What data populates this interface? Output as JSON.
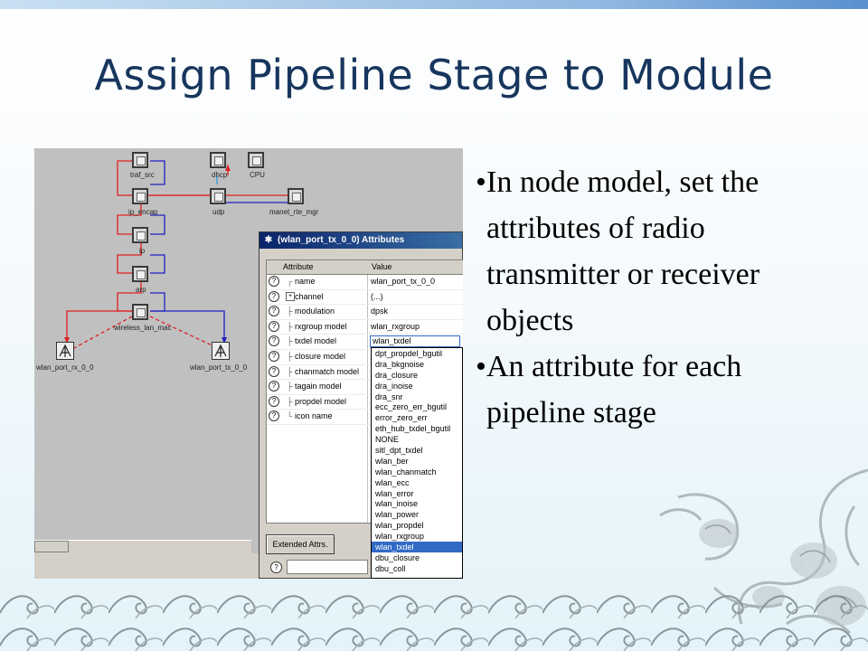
{
  "slide": {
    "title": "Assign Pipeline Stage to Module",
    "bullets": [
      "In node model, set the attributes of radio transmitter or receiver objects",
      "An attribute for each pipeline stage"
    ]
  },
  "node_model": {
    "nodes": {
      "traf_src": "traf_src",
      "dhcp": "dhcp",
      "cpu": "CPU",
      "ip_encap": "ip_encap",
      "udp": "udp",
      "manet_rte_mgr": "manet_rte_mgr",
      "ip": "ip",
      "arp": "arp",
      "wireless_lan_mac": "wireless_lan_mac",
      "wlan_port_rx": "wlan_port_rx_0_0",
      "wlan_port_tx": "wlan_port_tx_0_0"
    }
  },
  "dialog": {
    "title": "(wlan_port_tx_0_0) Attributes",
    "title_icon": "asterisk-icon",
    "columns": {
      "attribute": "Attribute",
      "value": "Value"
    },
    "rows": [
      {
        "attr": "name",
        "value": "wlan_port_tx_0_0"
      },
      {
        "attr": "channel",
        "value": "(...)"
      },
      {
        "attr": "modulation",
        "value": "dpsk"
      },
      {
        "attr": "rxgroup model",
        "value": "wlan_rxgroup"
      },
      {
        "attr": "txdel model",
        "value": "wlan_txdel"
      },
      {
        "attr": "closure model",
        "value": ""
      },
      {
        "attr": "chanmatch model",
        "value": ""
      },
      {
        "attr": "tagain model",
        "value": ""
      },
      {
        "attr": "propdel model",
        "value": ""
      },
      {
        "attr": "icon name",
        "value": ""
      }
    ],
    "help_glyph": "?",
    "extended_button": "Extended Attrs.",
    "dropdown_options": [
      "dpt_propdel_bgutil",
      "dra_bkgnoise",
      "dra_closure",
      "dra_inoise",
      "dra_snr",
      "ecc_zero_err_bgutil",
      "error_zero_err",
      "eth_hub_txdel_bgutil",
      "NONE",
      "sitl_dpt_txdel",
      "wlan_ber",
      "wlan_chanmatch",
      "wlan_ecc",
      "wlan_error",
      "wlan_inoise",
      "wlan_power",
      "wlan_propdel",
      "wlan_rxgroup",
      "wlan_txdel",
      "dbu_closure",
      "dbu_coll",
      "..."
    ],
    "dropdown_selected": "wlan_txdel"
  },
  "colors": {
    "title": "#17365d",
    "link_red": "#e02020",
    "link_blue": "#2020c0",
    "selection": "#316ac5"
  }
}
